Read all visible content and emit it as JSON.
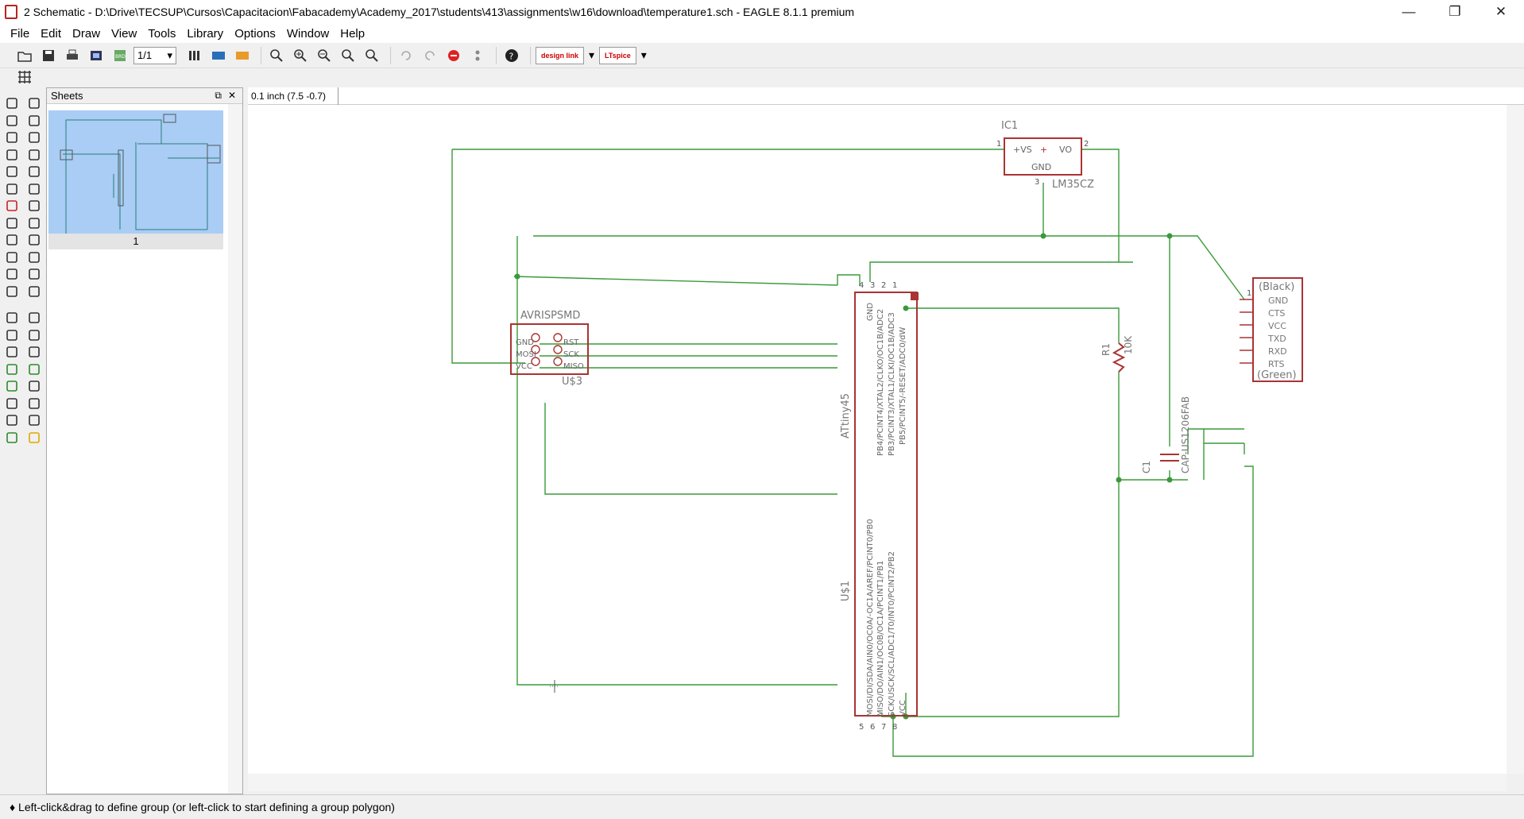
{
  "window": {
    "title": "2 Schematic - D:\\Drive\\TECSUP\\Cursos\\Capacitacion\\Fabacademy\\Academy_2017\\students\\413\\assignments\\w16\\download\\temperature1.sch - EAGLE 8.1.1 premium",
    "minimize": "—",
    "maximize": "❐",
    "close": "✕"
  },
  "menu": [
    "File",
    "Edit",
    "Draw",
    "View",
    "Tools",
    "Library",
    "Options",
    "Window",
    "Help"
  ],
  "toolbar": {
    "sheet_combo": "1/1",
    "design_link": "design link",
    "ltspice": "LTspice"
  },
  "sheets_panel": {
    "title": "Sheets",
    "sheet_number": "1"
  },
  "coord": "0.1 inch (7.5 -0.7)",
  "command_placeholder": "",
  "schematic": {
    "ic1": {
      "name": "IC1",
      "value": "LM35CZ",
      "pin_vs": "+VS",
      "pin_vo": "VO",
      "pin_gnd": "GND",
      "pin1": "1",
      "pin2": "2",
      "pin3": "3",
      "plus": "+"
    },
    "avr": {
      "name": "AVRISPSMD",
      "value": "U$3",
      "pins_left": [
        "GND",
        "MOSI",
        "VCC"
      ],
      "pins_right": [
        "RST",
        "SCK",
        "MISO"
      ]
    },
    "attiny": {
      "name": "ATtiny45",
      "value": "U$1",
      "top_pins": [
        "GND",
        "PB4/PCINT4/XTAL2/CLKO/OC1B/ADC2",
        "PB3/PCINT3/XTAL1/CLKI/OC1B/ADC3",
        "PB5/PCINT5/-RESET/ADC0/dW"
      ],
      "top_nums": [
        "4",
        "3",
        "2",
        "1"
      ],
      "bottom_pins": [
        "MOSI/DI/SDA/AIN0/OC0A/-OC1A/AREF/PCINT0/PB0",
        "MISO/DO/AIN1/OC0B/OC1A/PCINT1/PB1",
        "SCK/USCK/SCL/ADC1/T0/INT0/PCINT2/PB2",
        "VCC"
      ],
      "bottom_nums": [
        "5",
        "6",
        "7",
        "8"
      ]
    },
    "r1": {
      "name": "R1",
      "value": "10K"
    },
    "c1": {
      "name": "C1",
      "value": "CAP-US1206FAB"
    },
    "ftdi": {
      "top": "(Black)",
      "pins": [
        "GND",
        "CTS",
        "VCC",
        "TXD",
        "RXD",
        "RTS"
      ],
      "bottom": "(Green)",
      "pin1": "1"
    }
  },
  "status": "♦ Left-click&drag to define group (or left-click to start defining a group polygon)"
}
